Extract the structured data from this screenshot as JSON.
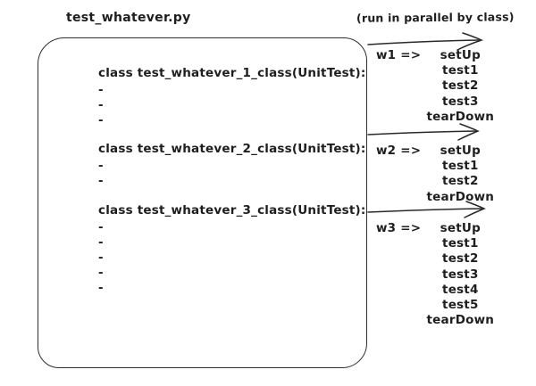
{
  "colors": {
    "ink": "#1e1e1e",
    "background": "#ffffff"
  },
  "header": {
    "file_title": "test_whatever.py",
    "parallel_note": "(run in parallel by class)"
  },
  "file_box": {
    "classes": [
      {
        "declaration": "class test_whatever_1_class(UnitTest):",
        "body_lines": [
          "-",
          "-",
          "-"
        ]
      },
      {
        "declaration": "class test_whatever_2_class(UnitTest):",
        "body_lines": [
          "-",
          "-"
        ]
      },
      {
        "declaration": "class test_whatever_3_class(UnitTest):",
        "body_lines": [
          "-",
          "-",
          "-",
          "-",
          "-"
        ]
      }
    ]
  },
  "workers": [
    {
      "label": "w1",
      "operator": "=>",
      "steps": [
        "setUp",
        "test1",
        "test2",
        "test3",
        "tearDown"
      ]
    },
    {
      "label": "w2",
      "operator": "=>",
      "steps": [
        "setUp",
        "test1",
        "test2",
        "tearDown"
      ]
    },
    {
      "label": "w3",
      "operator": "=>",
      "steps": [
        "setUp",
        "test1",
        "test2",
        "test3",
        "test4",
        "test5",
        "tearDown"
      ]
    }
  ]
}
